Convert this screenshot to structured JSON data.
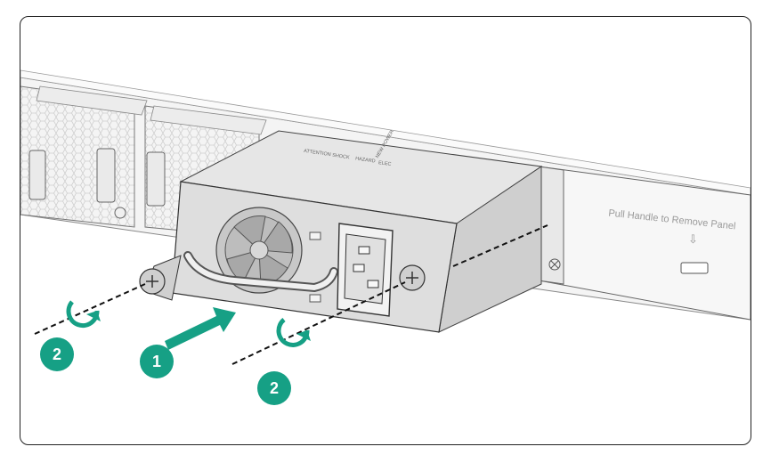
{
  "panel": {
    "label": "Pull Handle to Remove Panel",
    "arrow_glyph": "⇩"
  },
  "psu": {
    "top_labels": [
      "ATTENTION",
      "SHOCK",
      "HAZARD",
      "ELEC"
    ],
    "side_text": "NEW POWER"
  },
  "steps": {
    "insert": "1",
    "tighten_left": "2",
    "tighten_right": "2"
  },
  "colors": {
    "accent": "#16a085",
    "outline": "#222222",
    "module": "#d9d9d9"
  },
  "icons": [
    "rotate-clockwise-icon",
    "insert-arrow-icon",
    "fan-icon",
    "power-socket-icon",
    "captive-screw-icon"
  ]
}
